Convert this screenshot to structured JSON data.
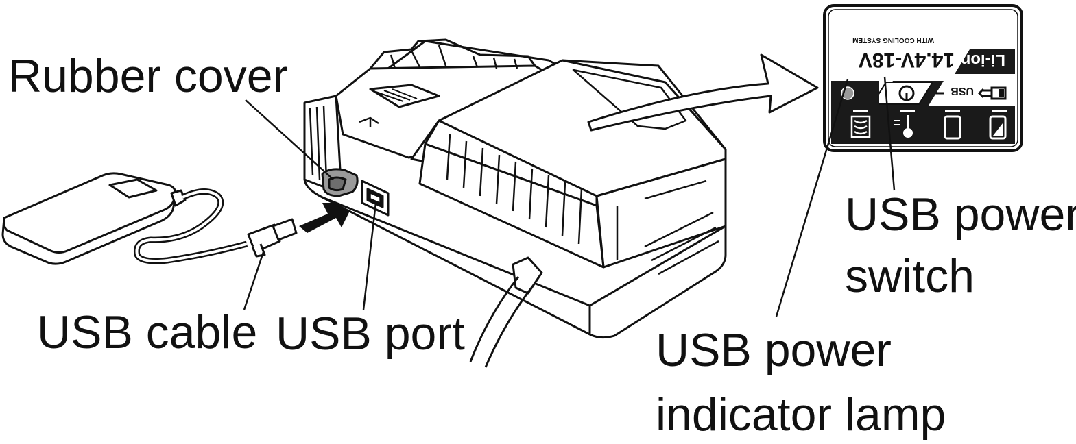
{
  "labels": {
    "rubber_cover": "Rubber cover",
    "usb_cable": "USB cable",
    "usb_port": "USB port",
    "usb_power_switch": [
      "USB power",
      "switch"
    ],
    "usb_power_indicator_lamp": [
      "USB power",
      "indicator lamp"
    ]
  },
  "panel": {
    "badge": "Li-ion",
    "voltage": "14.4V-18V",
    "cooling": "WITH COOLING SYSTEM",
    "usb": "USB"
  },
  "colors": {
    "ink": "#111111",
    "paper": "#ffffff",
    "panel_dark": "#1a1a1a",
    "cover_grey": "#9a9a9a"
  }
}
